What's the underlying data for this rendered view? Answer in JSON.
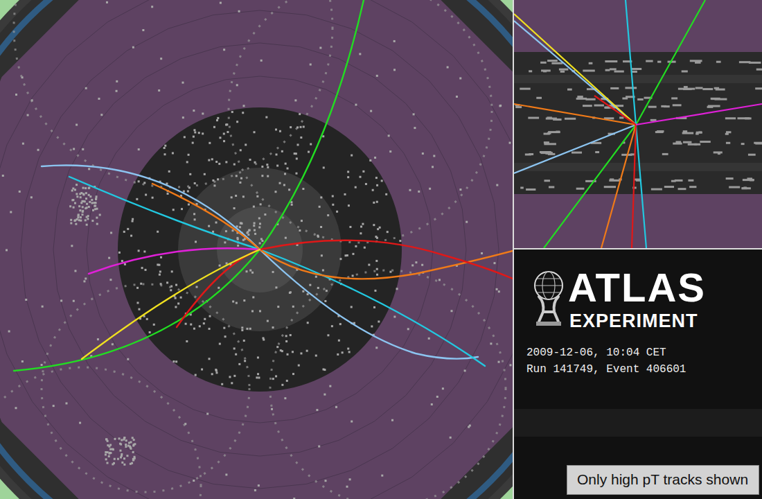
{
  "diagram": {
    "nodes": [
      {
        "text": [
          "ATLAS",
          "EXPERIMENT",
          "2009-12-06, 10:04 CET",
          "Run 141749, Event 406601"
        ]
      },
      {
        "text": [
          "Only high pT tracks shown"
        ],
        "in": 0
      }
    ]
  }
}
